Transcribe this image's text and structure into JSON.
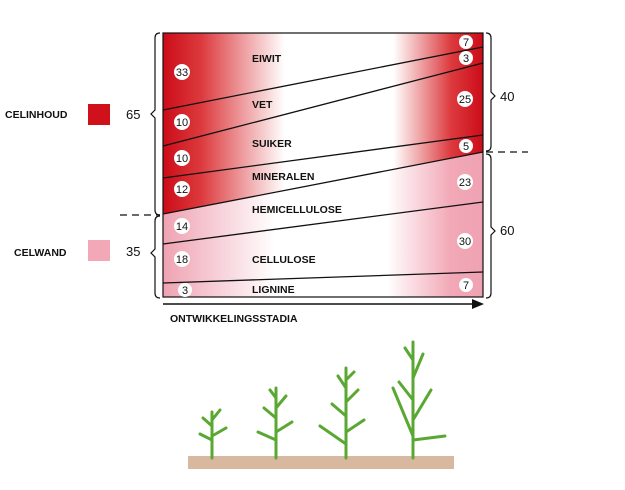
{
  "legend": {
    "cell_content": {
      "label": "CELINHOUD",
      "value": "65",
      "color": "#d0101a"
    },
    "cell_wall": {
      "label": "CELWAND",
      "value": "35",
      "color": "#f0a8b6"
    }
  },
  "right_totals": {
    "top": "40",
    "bottom": "60"
  },
  "x_axis_label": "ONTWIKKELINGSSTADIA",
  "components": [
    {
      "name": "EIWIT",
      "start": "33",
      "end": "7"
    },
    {
      "name": "VET",
      "start": "10",
      "end": "3"
    },
    {
      "name": "SUIKER",
      "start": "10",
      "end": "25"
    },
    {
      "name": "MINERALEN",
      "start": "12",
      "end": "5"
    },
    {
      "name": "HEMICELLULOSE",
      "start": "14",
      "end": "23"
    },
    {
      "name": "CELLULOSE",
      "start": "18",
      "end": "30"
    },
    {
      "name": "LIGNINE",
      "start": "3",
      "end": "7"
    }
  ]
}
